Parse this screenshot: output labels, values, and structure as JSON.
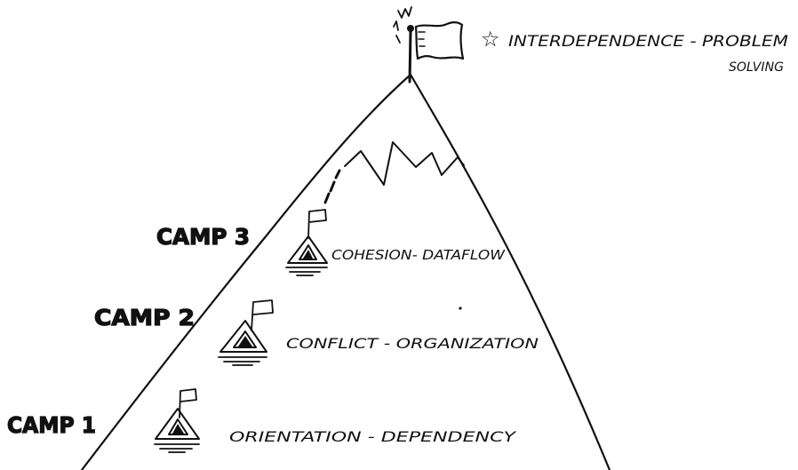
{
  "summit": {
    "star": "☆",
    "title_line1": "INTERDEPENDENCE - PROBLEM",
    "title_line2": "SOLVING"
  },
  "camps": [
    {
      "label": "CAMP 3",
      "stage": "COHESION- DATAFLOW"
    },
    {
      "label": "CAMP 2",
      "stage": "CONFLICT - ORGANIZATION"
    },
    {
      "label": "CAMP 1",
      "stage": "ORIENTATION  - DEPENDENCY"
    }
  ]
}
